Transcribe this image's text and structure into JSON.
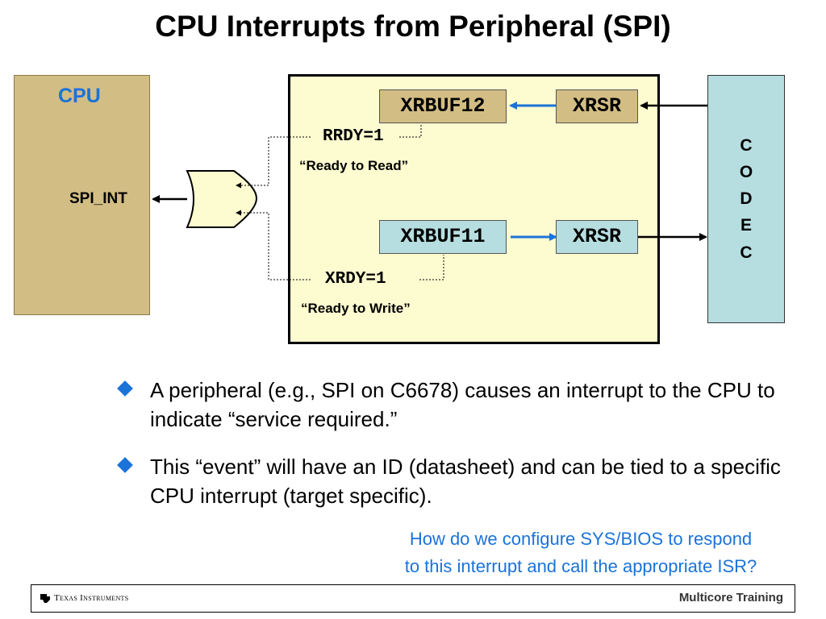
{
  "title": "CPU Interrupts from Peripheral (SPI)",
  "cpu": {
    "label": "CPU",
    "signal": "SPI_INT"
  },
  "peripheral": {
    "registers": {
      "rx_buffer": "XRBUF12",
      "rx_shift": "XRSR",
      "tx_buffer": "XRBUF11",
      "tx_shift": "XRSR"
    },
    "flags": {
      "rrdy": "RRDY=1",
      "rrdy_note": "“Ready to Read”",
      "xrdy": "XRDY=1",
      "xrdy_note": "“Ready to Write”"
    }
  },
  "codec": {
    "letters": [
      "C",
      "O",
      "D",
      "E",
      "C"
    ]
  },
  "bullets": [
    "A peripheral (e.g., SPI on C6678) causes an interrupt to the CPU to indicate “service required.”",
    "This “event” will have an ID (datasheet) and can be tied to a specific CPU interrupt (target specific)."
  ],
  "question": {
    "line1": "How do we configure SYS/BIOS to respond",
    "line2": "to this interrupt and call the appropriate ISR?"
  },
  "footer": {
    "company": "Texas Instruments",
    "training": "Multicore Training"
  },
  "colors": {
    "accent_blue": "#1a73d9",
    "tan": "#d2bd84",
    "light_blue": "#b6dde0",
    "pale_yellow": "#fdfbd0"
  }
}
